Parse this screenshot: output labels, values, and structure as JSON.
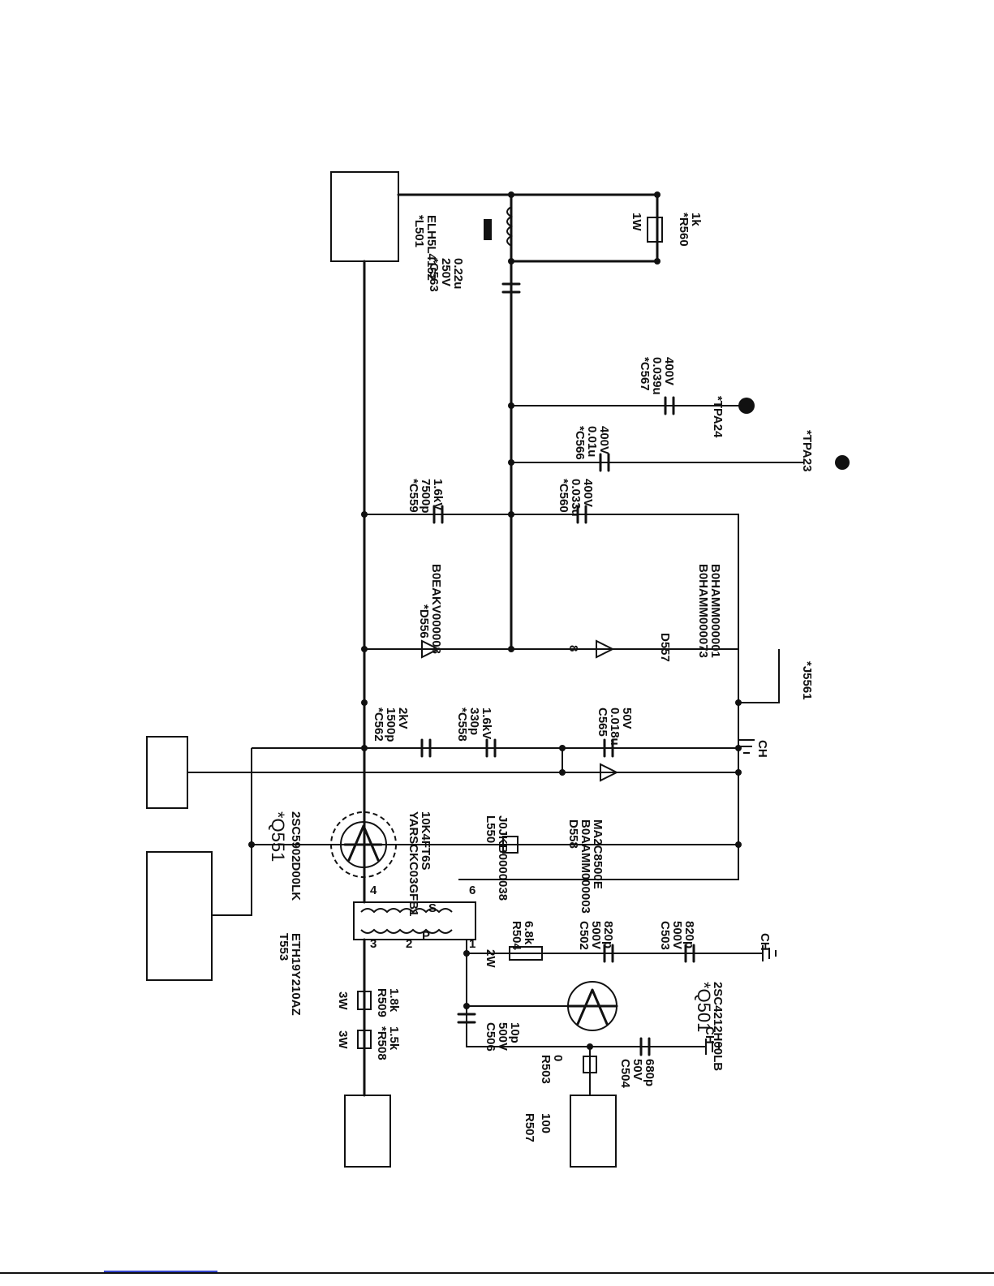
{
  "components": {
    "q551": {
      "ref": "*Q551",
      "part": "2SC5902D00LK",
      "part2": "YARSCKC03GFB1",
      "part3": "10K4FT6S"
    },
    "t553": {
      "ref": "T553",
      "part": "ETH19Y210AZ",
      "pins": [
        "3",
        "4",
        "S",
        "6",
        "P",
        "2",
        "1"
      ]
    },
    "q501": {
      "ref": "*Q501",
      "part": "2SC4212H00LB"
    },
    "r508": {
      "ref": "*R508",
      "value": "1.5k",
      "watt": "3W"
    },
    "r509": {
      "ref": "R509",
      "value": "1.8k",
      "watt": "3W"
    },
    "r504": {
      "ref": "R504",
      "value": "6.8k",
      "watt": "2W"
    },
    "r503": {
      "ref": "R503",
      "value": "0"
    },
    "r507": {
      "ref": "R507",
      "value": "100"
    },
    "c506": {
      "ref": "C506",
      "v": "500V",
      "value": "10p"
    },
    "c504": {
      "ref": "C504",
      "v": "50V",
      "value": "680p"
    },
    "c502": {
      "ref": "C502",
      "v": "500V",
      "value": "820p"
    },
    "c503": {
      "ref": "C503",
      "v": "500V",
      "value": "820p"
    },
    "l550": {
      "ref": "L550",
      "part": "J0JKB0000038"
    },
    "d558": {
      "ref": "D558",
      "part": "B0AAMM000003",
      "part2": "MA2C8500E"
    },
    "c562": {
      "ref": "*C562",
      "value": "1500p",
      "v": "2kV"
    },
    "c558": {
      "ref": "*C558",
      "value": "330p",
      "v": "1.6kV"
    },
    "c565": {
      "ref": "C565",
      "value": "0.018u",
      "v": "50V"
    },
    "d556": {
      "ref": "*D556",
      "part": "B0EAKV000008"
    },
    "d557": {
      "ref": "D557",
      "part": "B0HAMM000073",
      "part2": "B0HAMM000001"
    },
    "j5561": {
      "ref": "*J5561"
    },
    "c559": {
      "ref": "*C559",
      "value": "7500p",
      "v": "1.6kV"
    },
    "c560": {
      "ref": "*C560",
      "value": "0.033u",
      "v": "400V"
    },
    "c566": {
      "ref": "*C566",
      "value": "0.01u",
      "v": "400V"
    },
    "c567": {
      "ref": "*C567",
      "value": "0.039u",
      "v": "400V"
    },
    "c563": {
      "ref": "*C563",
      "v": "250V",
      "value": "0.22u"
    },
    "l501": {
      "ref": "*L501",
      "part": "ELH5L4152"
    },
    "r560": {
      "ref": "*R560",
      "value": "1k"
    },
    "tpa23": {
      "ref": "*TPA23"
    },
    "tpa24": {
      "ref": "*TPA24"
    }
  },
  "ground_label": "CH",
  "small_marks": {
    "diode_mark": "8",
    "coil_mark": "1W"
  }
}
